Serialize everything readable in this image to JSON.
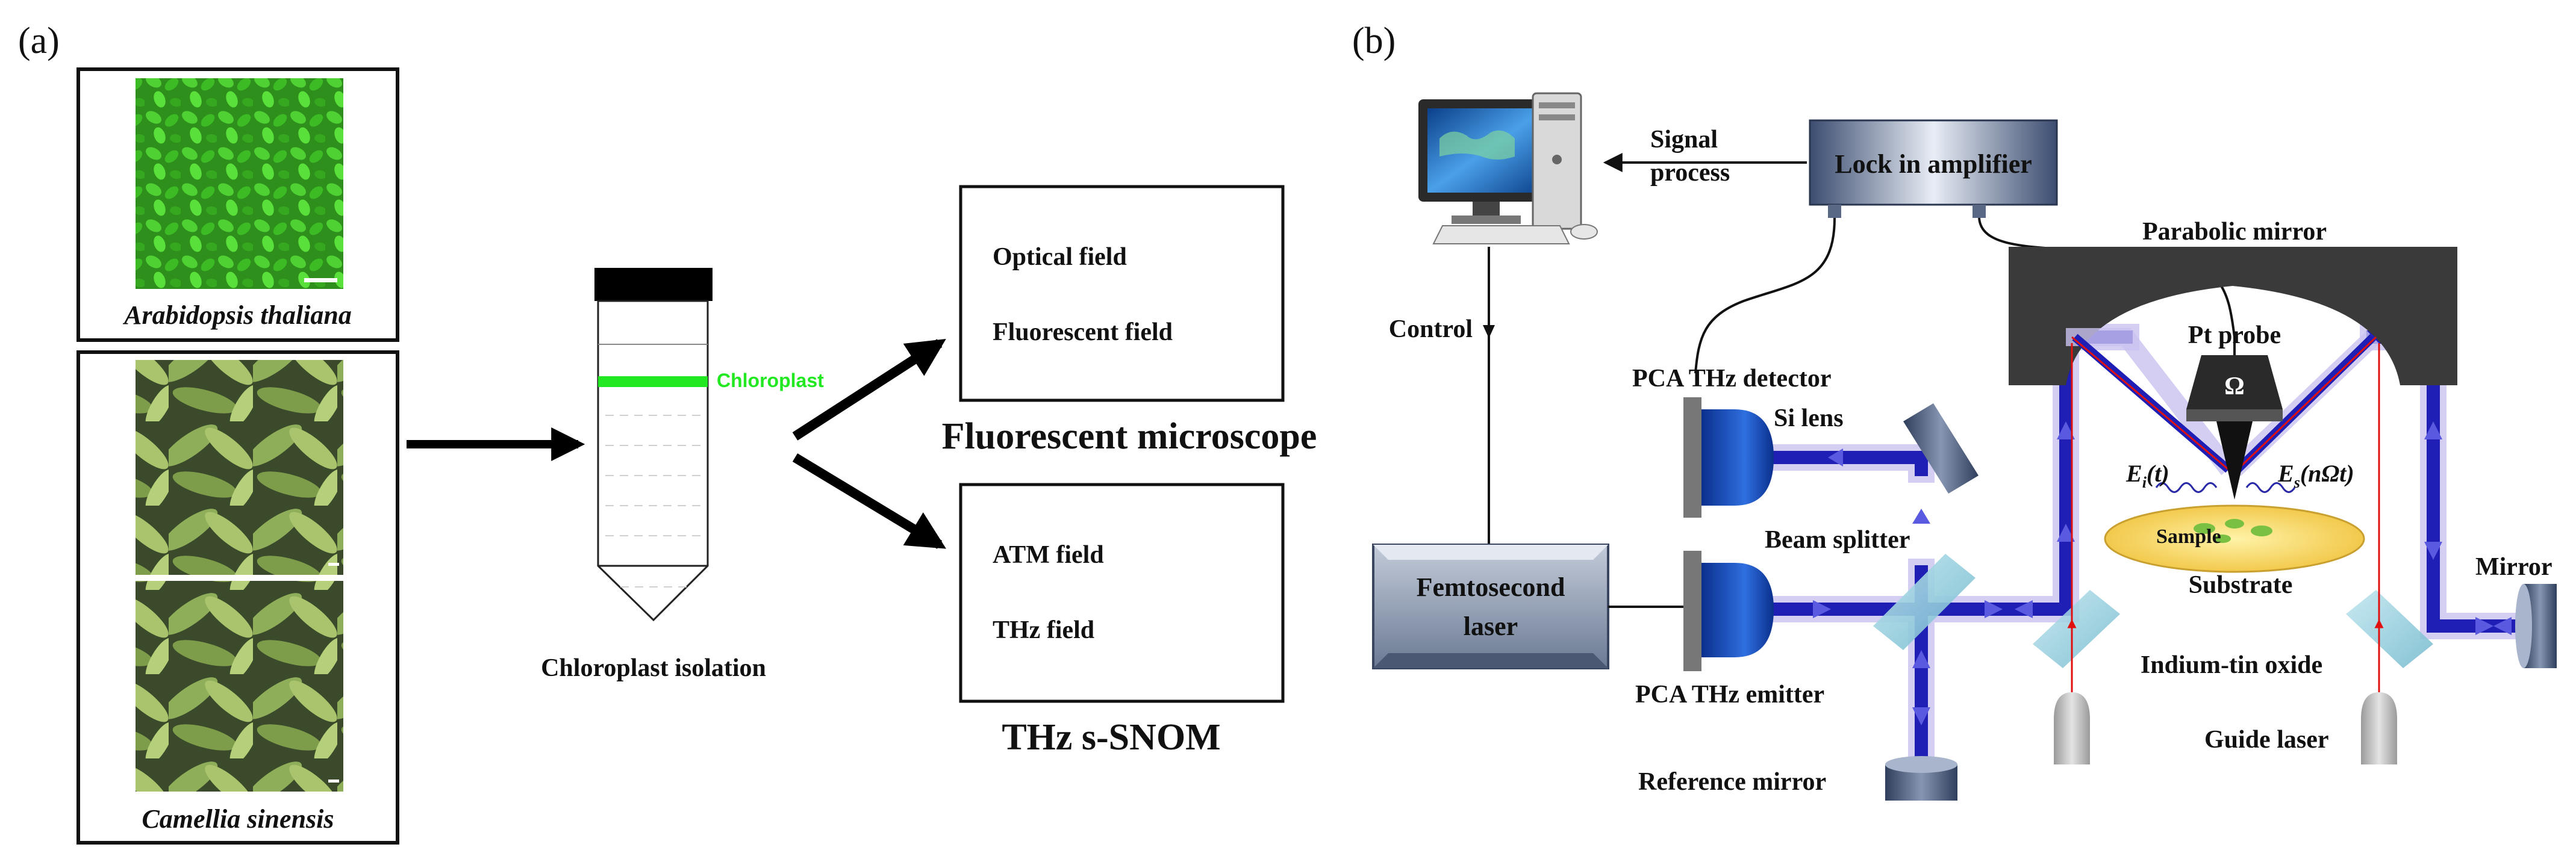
{
  "panel_a": {
    "label": "(a)",
    "species_1": "Arabidopsis thaliana",
    "species_2": "Camellia sinensis",
    "tube_band": "Chloroplast",
    "tube_caption": "Chloroplast isolation",
    "box_1": {
      "line_1": "Optical field",
      "line_2": "Fluorescent field",
      "caption": "Fluorescent microscope"
    },
    "box_2": {
      "line_1": "ATM field",
      "line_2": "THz field",
      "caption": "THz s-SNOM"
    }
  },
  "panel_b": {
    "label": "(b)",
    "signal_process_1": "Signal",
    "signal_process_2": "process",
    "lock_in": "Lock in amplifier",
    "control": "Control",
    "parabolic_mirror": "Parabolic mirror",
    "pt_probe": "Pt probe",
    "omega": "Ω",
    "detector": "PCA THz  detector",
    "si_lens": "Si lens",
    "beam_splitter": "Beam splitter",
    "femto_1": "Femtosecond",
    "femto_2": "laser",
    "emitter": "PCA THz emitter",
    "reference_mirror": "Reference mirror",
    "ei_1": "E",
    "ei_2": "i",
    "ei_3": "(t)",
    "es_1": "E",
    "es_2": "s",
    "es_3": "(nΩt)",
    "sample": "Sample",
    "substrate": "Substrate",
    "ito": "Indium-tin oxide",
    "guide_laser": "Guide laser",
    "mirror": "Mirror"
  },
  "colors": {
    "beam": "#1f1fb5",
    "beam_glow": "#c9c2f0",
    "chloroplast_band": "#22e822",
    "guide": "#e01010"
  }
}
